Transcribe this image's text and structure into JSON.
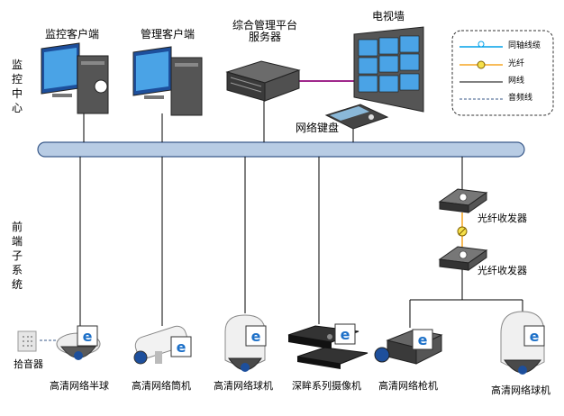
{
  "sections": {
    "monitor_center": "监控中心",
    "frontend": "前端子系统"
  },
  "devices": {
    "monitor_client": "监控客户端",
    "manage_client": "管理客户端",
    "platform_server": "综合管理平台\n服务器",
    "video_wall": "电视墙",
    "network_keyboard": "网络键盘",
    "fiber_transceiver_1": "光纤收发器",
    "fiber_transceiver_2": "光纤收发器",
    "pickup": "拾音器",
    "hd_half_dome": "高清网络半球",
    "hd_bullet": "高清网络筒机",
    "hd_dome_1": "高清网络球机",
    "deep_eye": "深眸系列摄像机",
    "hd_box": "高清网络枪机",
    "hd_dome_2": "高清网络球机"
  },
  "legend": {
    "coax": "同轴线缆",
    "fiber": "光纤",
    "network": "网线",
    "audio": "音频线"
  },
  "colors": {
    "bus": "#b8cce4",
    "bus_stroke": "#3a5a8a",
    "coax": "#00a0e9",
    "fiber": "#f5a623",
    "hdmi": "#a0288c"
  },
  "icons": [
    "ie-icon",
    "monitor-icon",
    "server-icon",
    "keyboard-icon",
    "camera-icon"
  ]
}
